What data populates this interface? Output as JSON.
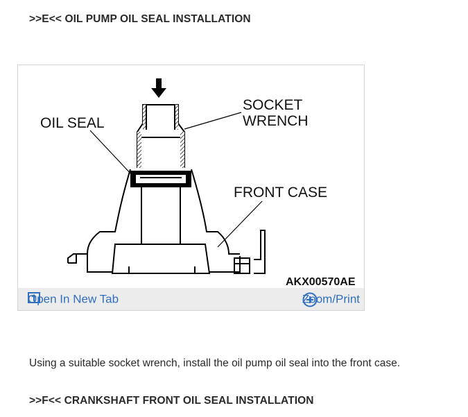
{
  "heading_e": ">>E<< OIL PUMP OIL SEAL INSTALLATION",
  "figure": {
    "label_oil_seal": "OIL SEAL",
    "label_socket_line1": "SOCKET",
    "label_socket_line2": "WRENCH",
    "label_front_case": "FRONT CASE",
    "figure_id": "AKX00570AE"
  },
  "toolbar": {
    "open_new_tab": "Open In New Tab",
    "zoom_print": "Zoom/Print",
    "link_color": "#2f6fbd"
  },
  "instruction": "Using a suitable socket wrench, install the oil pump oil seal into the front case.",
  "heading_f": ">>F<< CRANKSHAFT FRONT OIL SEAL INSTALLATION"
}
